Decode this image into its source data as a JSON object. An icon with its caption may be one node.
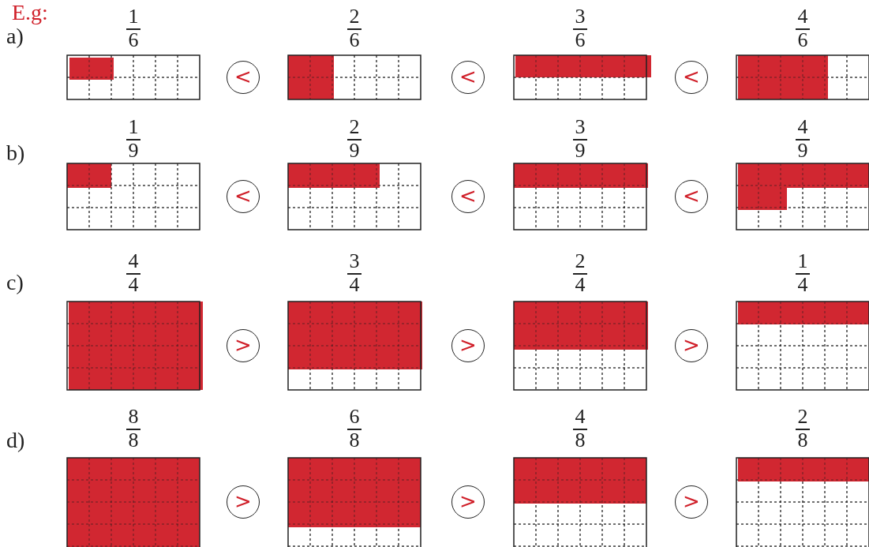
{
  "diagram": {
    "nodes": [
      {
        "text": [
          "1",
          "6"
        ]
      },
      {
        "text": [
          "<"
        ]
      },
      {
        "text": [
          "2",
          "6"
        ]
      },
      {
        "text": [
          "<"
        ]
      },
      {
        "text": [
          "3",
          "6"
        ]
      },
      {
        "text": [
          "<"
        ]
      },
      {
        "text": [
          "4",
          "6"
        ]
      },
      {
        "text": [
          "1",
          "9"
        ]
      },
      {
        "text": [
          "<"
        ]
      },
      {
        "text": [
          "2",
          "9"
        ]
      },
      {
        "text": [
          "<"
        ]
      },
      {
        "text": [
          "3",
          "9"
        ]
      },
      {
        "text": [
          "<"
        ]
      },
      {
        "text": [
          "4",
          "9"
        ]
      },
      {
        "text": [
          "4",
          "4"
        ]
      },
      {
        "text": [
          ">"
        ]
      },
      {
        "text": [
          "3",
          "4"
        ]
      },
      {
        "text": [
          ">"
        ]
      },
      {
        "text": [
          "2",
          "4"
        ]
      },
      {
        "text": [
          ">"
        ]
      },
      {
        "text": [
          "1",
          "4"
        ]
      },
      {
        "text": [
          "8",
          "8"
        ]
      },
      {
        "text": [
          ">"
        ]
      },
      {
        "text": [
          "6",
          "8"
        ]
      },
      {
        "text": [
          ">"
        ]
      },
      {
        "text": [
          "4",
          "8"
        ]
      },
      {
        "text": [
          ">"
        ]
      },
      {
        "text": [
          "2",
          "8"
        ]
      }
    ],
    "labels": [
      "E.g:",
      "a)",
      "b)",
      "c)",
      "d)"
    ]
  }
}
